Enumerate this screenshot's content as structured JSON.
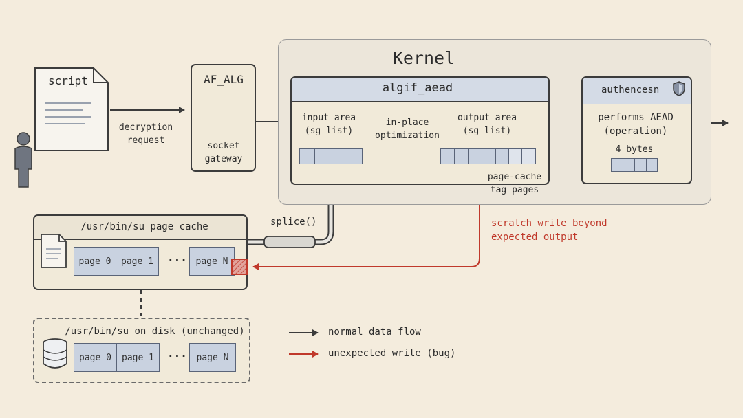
{
  "script_box": {
    "label": "script"
  },
  "arrow_to_gateway": {
    "label_line1": "decryption",
    "label_line2": "request"
  },
  "af_alg": {
    "title": "AF_ALG",
    "sub_line1": "socket",
    "sub_line2": "gateway"
  },
  "kernel": {
    "title": "Kernel"
  },
  "algif_aead": {
    "title": "algif_aead",
    "input_line1": "input area",
    "input_line2": "(sg list)",
    "opt_line1": "in-place",
    "opt_line2": "optimization",
    "output_line1": "output area",
    "output_line2": "(sg list)",
    "tag_line1": "page-cache",
    "tag_line2": "tag pages"
  },
  "authencesn": {
    "title": "authencesn",
    "desc_line1": "performs AEAD",
    "desc_line2": "(operation)",
    "bytes_label": "4 bytes"
  },
  "page_cache": {
    "title": "/usr/bin/su  page cache",
    "pages": [
      "page 0",
      "page 1",
      "page N"
    ],
    "ellipsis": "..."
  },
  "splice": {
    "label": "splice()"
  },
  "scratch_write": {
    "line1": "scratch write beyond",
    "line2": "expected output"
  },
  "disk": {
    "title": "/usr/bin/su  on disk (unchanged)",
    "pages": [
      "page 0",
      "page 1",
      "page N"
    ],
    "ellipsis": "..."
  },
  "legend": {
    "normal": "normal data flow",
    "bug": "unexpected write (bug)"
  },
  "colors": {
    "ink": "#3c3c3c",
    "bug_red": "#c0392b",
    "cell_blue": "#c9d2e0",
    "background": "#f4ecdd"
  }
}
